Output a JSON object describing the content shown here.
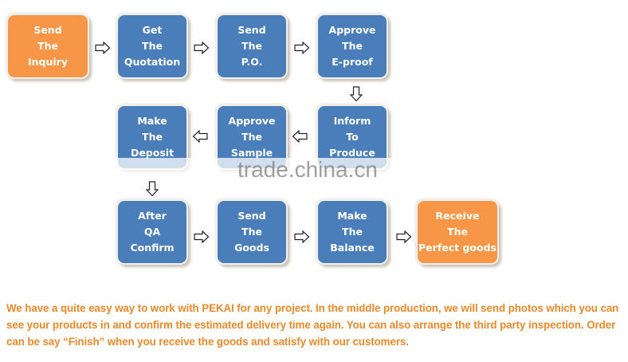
{
  "steps": [
    {
      "lines": [
        "Send",
        "The",
        "Inquiry"
      ],
      "color": "#f79646"
    },
    {
      "lines": [
        "Get",
        "The",
        "Quotation"
      ],
      "color": "#4a7ebb"
    },
    {
      "lines": [
        "Send",
        "The",
        "P.O."
      ],
      "color": "#4a7ebb"
    },
    {
      "lines": [
        "Approve",
        "The",
        "E-proof"
      ],
      "color": "#4a7ebb"
    },
    {
      "lines": [
        "Inform",
        "To",
        "Produce"
      ],
      "color": "#4a7ebb"
    },
    {
      "lines": [
        "Approve",
        "The",
        "Sample"
      ],
      "color": "#4a7ebb"
    },
    {
      "lines": [
        "Make",
        "The",
        "Deposit"
      ],
      "color": "#4a7ebb"
    },
    {
      "lines": [
        "After",
        "QA",
        "Confirm"
      ],
      "color": "#4a7ebb"
    },
    {
      "lines": [
        "Send",
        "The",
        "Goods"
      ],
      "color": "#4a7ebb"
    },
    {
      "lines": [
        "Make",
        "The",
        "Balance"
      ],
      "color": "#4a7ebb"
    },
    {
      "lines": [
        "Receive",
        "The",
        "Perfect goods"
      ],
      "color": "#f79646"
    }
  ],
  "watermark": "trade.china.cn",
  "description": "We have a quite easy way to work with PEKAI for any project. In the middle production, we will send photos which you can see your products in and confirm the estimated delivery time again. You can also arrange the third party inspection. Order can be say “Finish” when you receive the goods and satisfy with our customers."
}
